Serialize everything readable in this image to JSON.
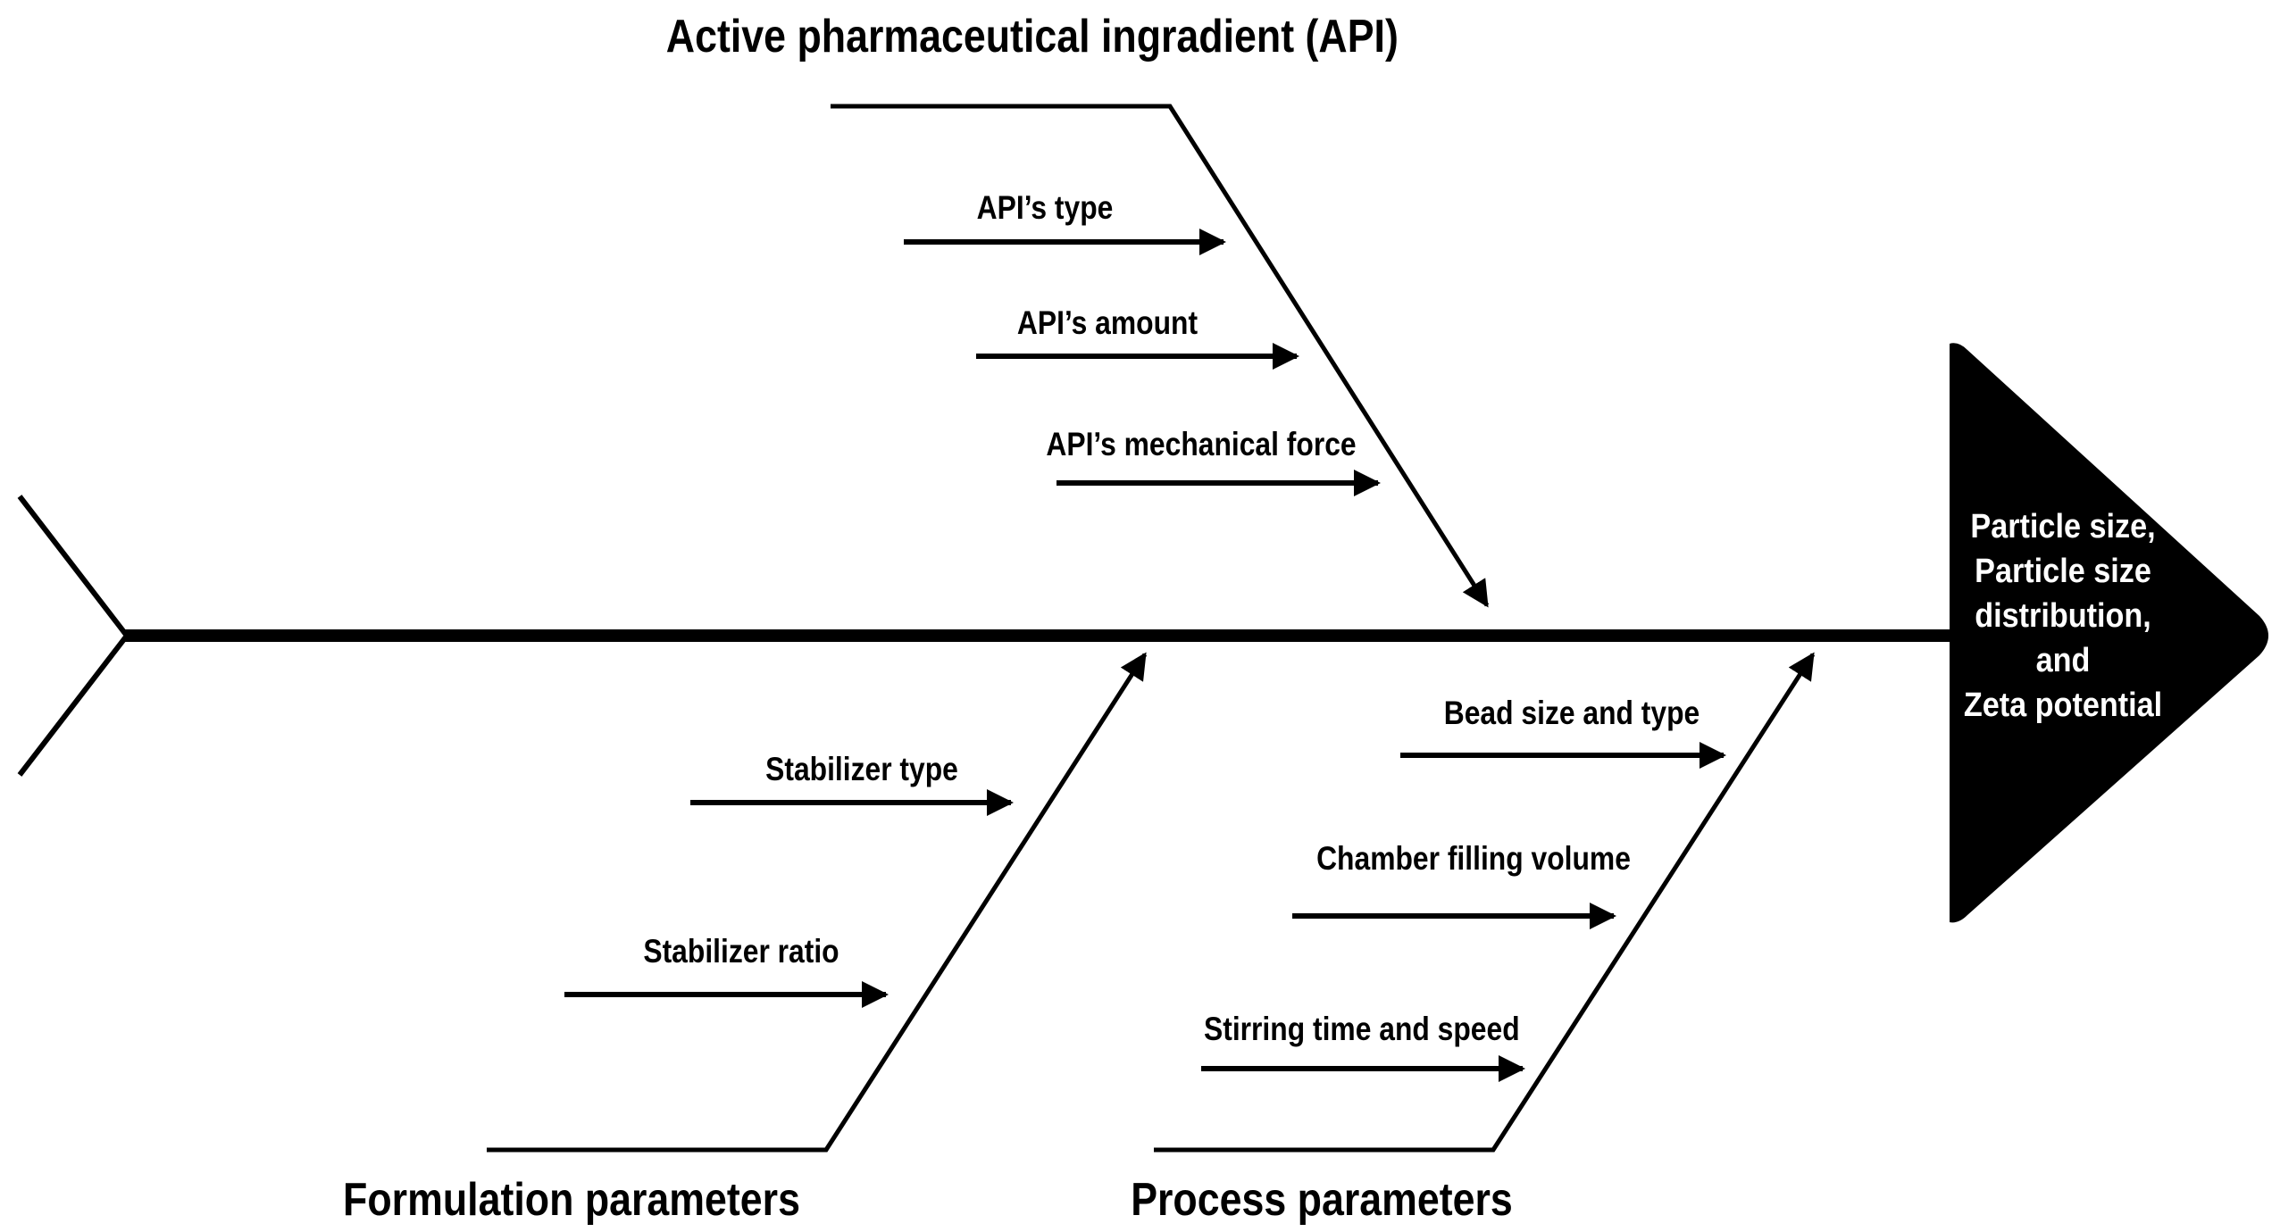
{
  "diagram": {
    "type": "fishbone",
    "categories": {
      "api": {
        "title": "Active pharmaceutical ingradient (API)",
        "causes": [
          "API’s type",
          "API’s amount",
          "API’s mechanical force"
        ]
      },
      "formulation": {
        "title": "Formulation parameters",
        "causes": [
          "Stabilizer type",
          "Stabilizer ratio"
        ]
      },
      "process": {
        "title": "Process parameters",
        "causes": [
          "Bead size and type",
          "Chamber filling volume",
          "Stirring time and speed"
        ]
      }
    },
    "effect": {
      "lines": [
        "Particle size,",
        "Particle size",
        "distribution,",
        "and",
        "Zeta potential"
      ]
    },
    "colors": {
      "line": "#000000",
      "head_fill": "#000000",
      "head_text": "#ffffff",
      "background": "#ffffff"
    }
  }
}
